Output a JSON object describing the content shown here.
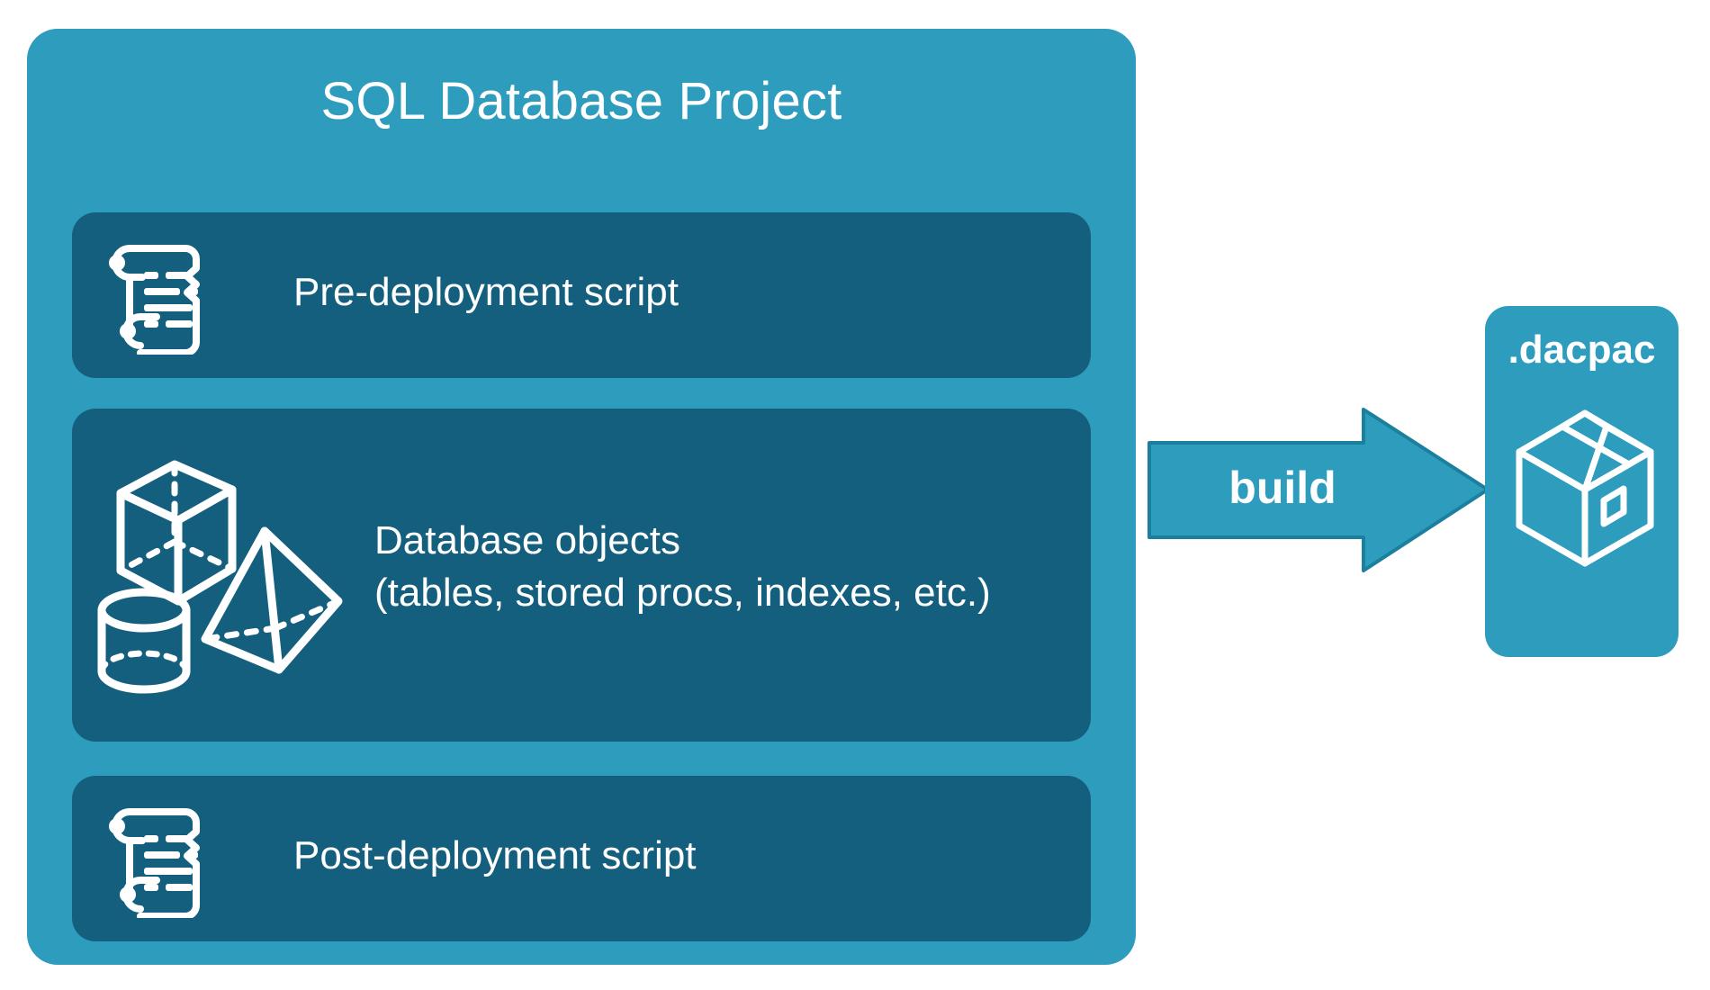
{
  "diagram": {
    "title": "SQL Database Project",
    "background_color": "#ffffff",
    "container_color": "#2d9cbd",
    "card_color": "#155f7e",
    "text_color": "#ffffff"
  },
  "project": {
    "title": "SQL Database Project",
    "cards": [
      {
        "id": "pre-deployment",
        "label": "Pre-deployment script",
        "icon": "scroll-icon"
      },
      {
        "id": "database-objects",
        "label_line1": "Database objects",
        "label_line2": "(tables, stored procs, indexes, etc.)",
        "icon": "shapes-icon"
      },
      {
        "id": "post-deployment",
        "label": "Post-deployment script",
        "icon": "scroll-icon"
      }
    ]
  },
  "flow": {
    "arrow_label": "build",
    "arrow_color": "#2d9cbd",
    "arrow_stroke": "#1b7f9e",
    "arrow_icon": "right-arrow-icon"
  },
  "output": {
    "label": ".dacpac",
    "icon": "package-box-icon",
    "card_color": "#2d9cbd"
  }
}
